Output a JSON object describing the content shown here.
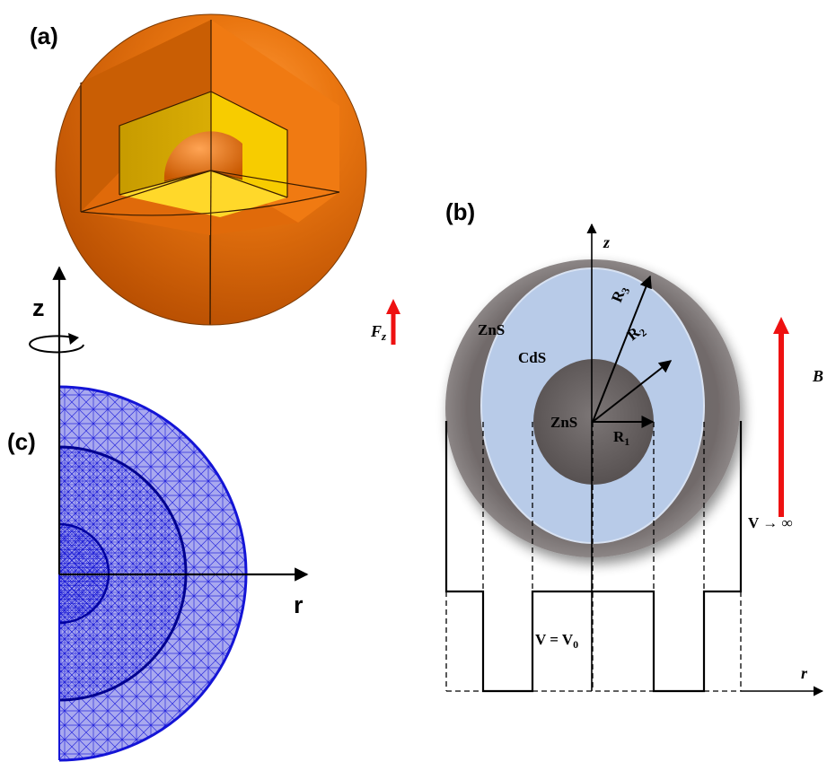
{
  "panels": {
    "a": {
      "label": "(a)"
    },
    "b": {
      "label": "(b)",
      "axis_z": "z",
      "axis_r": "r",
      "shells": {
        "core": "ZnS",
        "middle": "CdS",
        "outer": "ZnS"
      },
      "radii": {
        "r1": "R",
        "r1_sub": "1",
        "r2": "R",
        "r2_sub": "2",
        "r3": "R",
        "r3_sub": "3"
      },
      "potential_inside": "V = V",
      "potential_inside_sub": "0",
      "potential_outside": "V → ∞",
      "field_left": "F",
      "field_left_sub": "z",
      "field_right": "B"
    },
    "c": {
      "label": "(c)",
      "axis_z": "z",
      "axis_r": "r"
    }
  },
  "colors": {
    "sphere_outer": "#e8740a",
    "sphere_shell": "#f5c800",
    "zns_gray": "#6e6868",
    "cds_blue": "#b6c8e6",
    "mesh_blue": "#1a1adb",
    "mesh_fill": "#a8a8ee",
    "arrow_red": "#ee1111"
  }
}
